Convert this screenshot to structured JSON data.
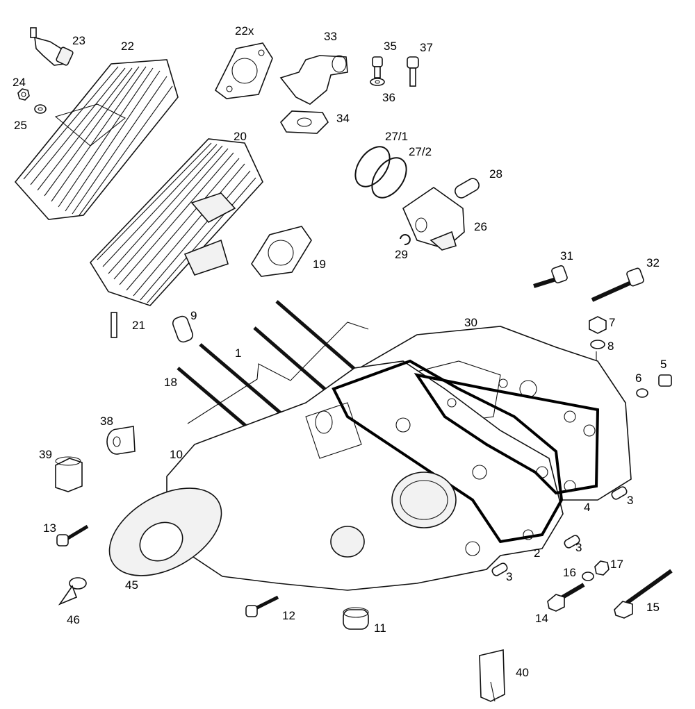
{
  "labels": [
    {
      "id": "23",
      "text": "23"
    },
    {
      "id": "22",
      "text": "22"
    },
    {
      "id": "22x",
      "text": "22x"
    },
    {
      "id": "33",
      "text": "33"
    },
    {
      "id": "35",
      "text": "35"
    },
    {
      "id": "37",
      "text": "37"
    },
    {
      "id": "36",
      "text": "36"
    },
    {
      "id": "24",
      "text": "24"
    },
    {
      "id": "25",
      "text": "25"
    },
    {
      "id": "34",
      "text": "34"
    },
    {
      "id": "20",
      "text": "20"
    },
    {
      "id": "27_1",
      "text": "27/1"
    },
    {
      "id": "27_2",
      "text": "27/2"
    },
    {
      "id": "28",
      "text": "28"
    },
    {
      "id": "26",
      "text": "26"
    },
    {
      "id": "29",
      "text": "29"
    },
    {
      "id": "19",
      "text": "19"
    },
    {
      "id": "31",
      "text": "31"
    },
    {
      "id": "32",
      "text": "32"
    },
    {
      "id": "21",
      "text": "21"
    },
    {
      "id": "9",
      "text": "9"
    },
    {
      "id": "30",
      "text": "30"
    },
    {
      "id": "7",
      "text": "7"
    },
    {
      "id": "8",
      "text": "8"
    },
    {
      "id": "1",
      "text": "1"
    },
    {
      "id": "5",
      "text": "5"
    },
    {
      "id": "18",
      "text": "18"
    },
    {
      "id": "6",
      "text": "6"
    },
    {
      "id": "38",
      "text": "38"
    },
    {
      "id": "10",
      "text": "10"
    },
    {
      "id": "39",
      "text": "39"
    },
    {
      "id": "4",
      "text": "4"
    },
    {
      "id": "3a",
      "text": "3"
    },
    {
      "id": "13",
      "text": "13"
    },
    {
      "id": "3b",
      "text": "3"
    },
    {
      "id": "2",
      "text": "2"
    },
    {
      "id": "17",
      "text": "17"
    },
    {
      "id": "16",
      "text": "16"
    },
    {
      "id": "3c",
      "text": "3"
    },
    {
      "id": "45",
      "text": "45"
    },
    {
      "id": "15",
      "text": "15"
    },
    {
      "id": "12",
      "text": "12"
    },
    {
      "id": "14",
      "text": "14"
    },
    {
      "id": "46",
      "text": "46"
    },
    {
      "id": "11",
      "text": "11"
    },
    {
      "id": "40",
      "text": "40"
    }
  ]
}
